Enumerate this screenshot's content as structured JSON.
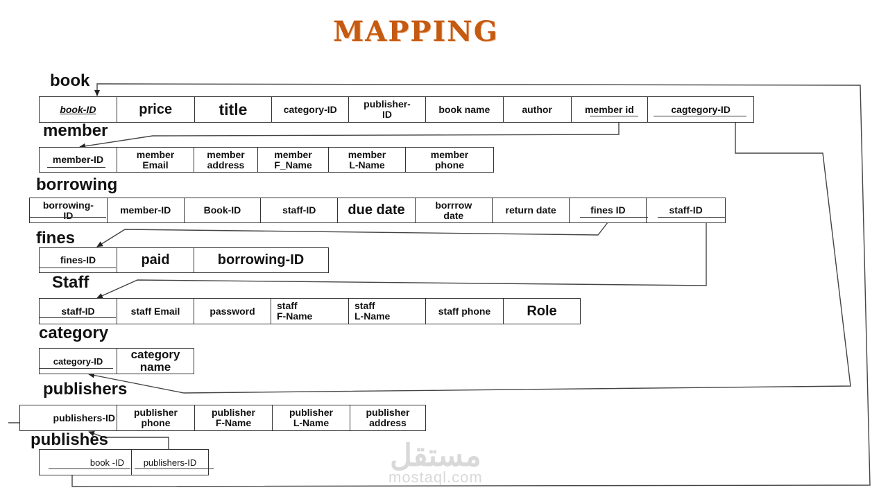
{
  "title": "MAPPING",
  "colors": {
    "title": "#c55a11",
    "line": "#333333",
    "watermark": "#d9d9d9"
  },
  "tables": {
    "book": {
      "label": "book",
      "columns": [
        "book-ID",
        "price",
        "title",
        "category-ID",
        "publisher-\nID",
        "book name",
        "author",
        "member id",
        "cagtegory-ID"
      ]
    },
    "member": {
      "label": "member",
      "columns": [
        "member-ID",
        "member\nEmail",
        "member\naddress",
        "member\nF_Name",
        "member\nL-Name",
        "member\nphone"
      ]
    },
    "borrowing": {
      "label": "borrowing",
      "columns": [
        "borrowing-\nID",
        "member-ID",
        "Book-ID",
        "staff-ID",
        "due date",
        "borrrow\ndate",
        "return date",
        "fines ID",
        "staff-ID"
      ]
    },
    "fines": {
      "label": "fines",
      "columns": [
        "fines-ID",
        "paid",
        "borrowing-ID"
      ]
    },
    "staff": {
      "label": "Staff",
      "columns": [
        "staff-ID",
        "staff Email",
        "password",
        "staff\n   F-Name",
        "staff\n   L-Name",
        "staff phone",
        "Role"
      ]
    },
    "category": {
      "label": "category",
      "columns": [
        "category-ID",
        "category\nname"
      ]
    },
    "publishers": {
      "label": "publishers",
      "columns": [
        "publishers-ID",
        "publisher\nphone",
        "publisher\nF-Name",
        "publisher\nL-Name",
        "publisher\naddress"
      ]
    },
    "publishes": {
      "label": "publishes",
      "columns": [
        "book -ID",
        "publishers-ID"
      ]
    }
  },
  "watermark": {
    "arabic": "مستقل",
    "latin": "mostaql.com"
  }
}
